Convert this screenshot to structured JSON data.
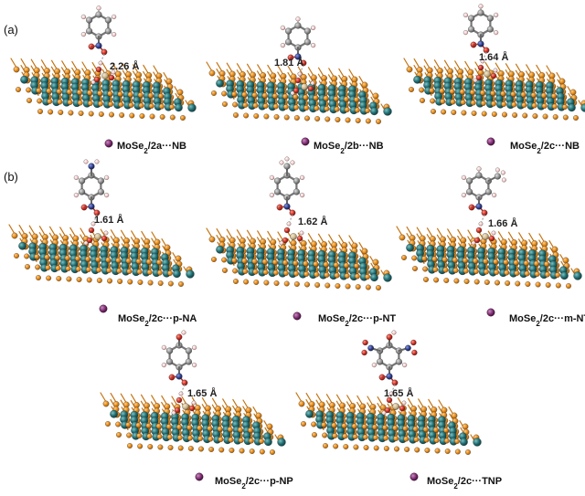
{
  "sections": [
    {
      "label": "(a)"
    },
    {
      "label": "(b)"
    }
  ],
  "panels": [
    {
      "caption_pre": "MoSe",
      "caption_sub": "2",
      "caption_post": "/2a···NB",
      "distance": "2.26 Å",
      "substituent": "none"
    },
    {
      "caption_pre": "MoSe",
      "caption_sub": "2",
      "caption_post": "/2b···NB",
      "distance": "1.81 Å",
      "substituent": "none"
    },
    {
      "caption_pre": "MoSe",
      "caption_sub": "2",
      "caption_post": "/2c···NB",
      "distance": "1.64 Å",
      "substituent": "none"
    },
    {
      "caption_pre": "MoSe",
      "caption_sub": "2",
      "caption_post": "/2c···p-NA",
      "distance": "1.61 Å",
      "substituent": "para-amino"
    },
    {
      "caption_pre": "MoSe",
      "caption_sub": "2",
      "caption_post": "/2c···p-NT",
      "distance": "1.62 Å",
      "substituent": "para-methyl"
    },
    {
      "caption_pre": "MoSe",
      "caption_sub": "2",
      "caption_post": "/2c···m-NT",
      "distance": "1.66 Å",
      "substituent": "meta-methyl"
    },
    {
      "caption_pre": "MoSe",
      "caption_sub": "2",
      "caption_post": "/2c···p-NP",
      "distance": "1.65 Å",
      "substituent": "para-hydroxyl"
    },
    {
      "caption_pre": "MoSe",
      "caption_sub": "2",
      "caption_post": "/2c···TNP",
      "distance": "1.65 Å",
      "substituent": "trinitro-hydroxyl"
    }
  ],
  "colors": {
    "selenium": "#e48a1a",
    "molybdenum": "#1f6e72",
    "carbon": "#8c8c8c",
    "hydrogen": "#f2c4c4",
    "nitrogen": "#2b3a8a",
    "oxygen": "#c8281e",
    "boron": "#c9b48a",
    "ion": "#7a2a6e",
    "hbond": "#9a9a9a"
  }
}
